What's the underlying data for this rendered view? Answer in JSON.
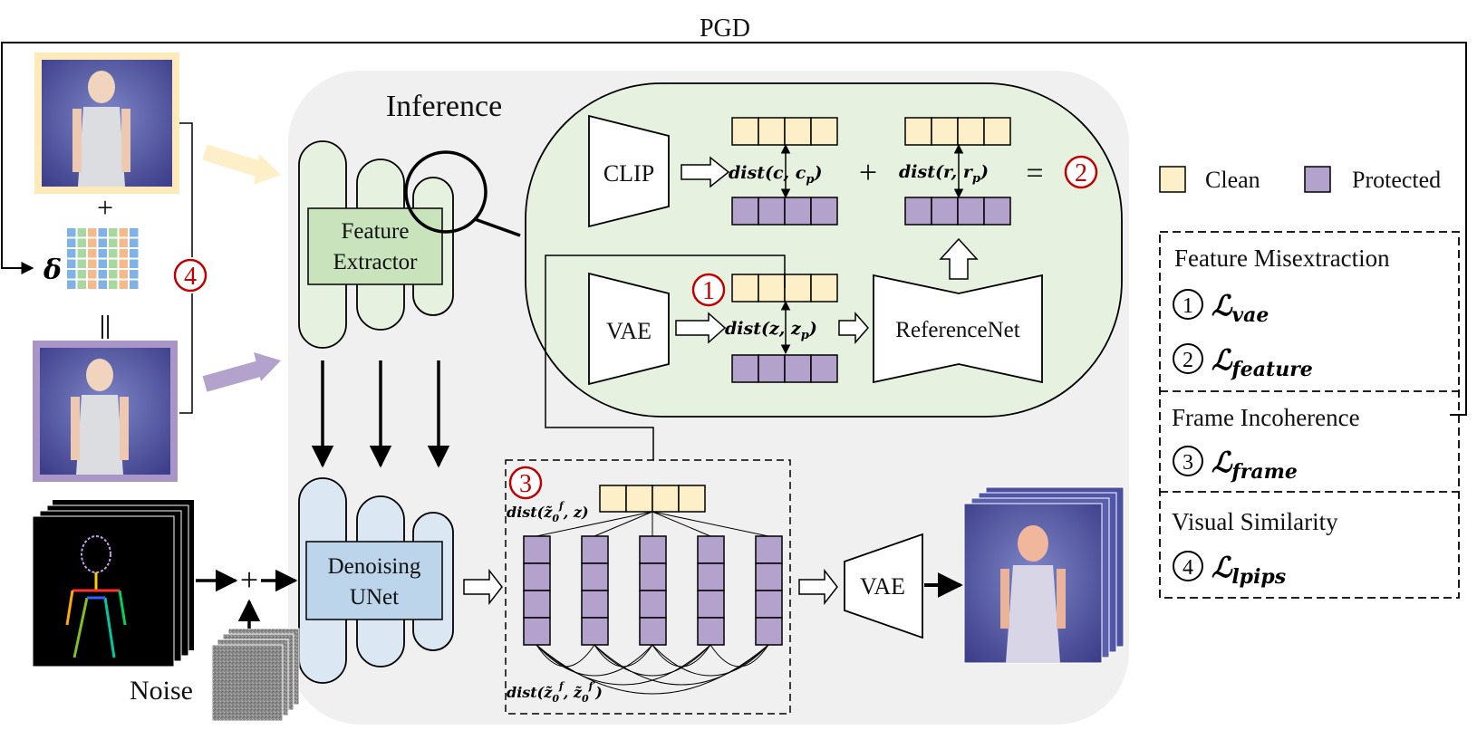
{
  "pgd_label": "PGD",
  "inference_label": "Inference",
  "operators": {
    "plus": "+",
    "equals": "=",
    "parallel": "||"
  },
  "perturbation_symbol": "δ",
  "modules": {
    "feature_extractor": [
      "Feature",
      "Extractor"
    ],
    "denoising_unet": [
      "Denoising",
      "UNet"
    ],
    "clip": "CLIP",
    "vae_encoder": "VAE",
    "referencenet": "ReferenceNet",
    "vae_decoder": "VAE"
  },
  "distances": {
    "clip": "dist(c, c_p)",
    "ref": "dist(r, r_p)",
    "vae": "dist(z, z_p)",
    "frame_z": "dist(z̃₀ᶠ, z)",
    "frame_pair": "dist(z̃₀ᶠ, z̃₀ᶠ′)"
  },
  "markers": {
    "one": "1",
    "two": "2",
    "three": "3",
    "four": "4"
  },
  "noise_label": "Noise",
  "legend": {
    "clean": "Clean",
    "protected": "Protected"
  },
  "losses": [
    {
      "title": "Feature Misextraction",
      "items": [
        {
          "num": "1",
          "loss": "vae"
        },
        {
          "num": "2",
          "loss": "feature"
        }
      ]
    },
    {
      "title": "Frame Incoherence",
      "items": [
        {
          "num": "3",
          "loss": "frame"
        }
      ]
    },
    {
      "title": "Visual Similarity",
      "items": [
        {
          "num": "4",
          "loss": "lpips"
        }
      ]
    }
  ],
  "colors": {
    "clean": "#fdf0c8",
    "protected": "#b3a2cc",
    "inference_bg": "#f0f0f0",
    "feature_panel": "#e7f1e0",
    "feature_block": "#c9e3bd",
    "unet_block": "#bcd5ea",
    "marker_red": "#c00000"
  }
}
